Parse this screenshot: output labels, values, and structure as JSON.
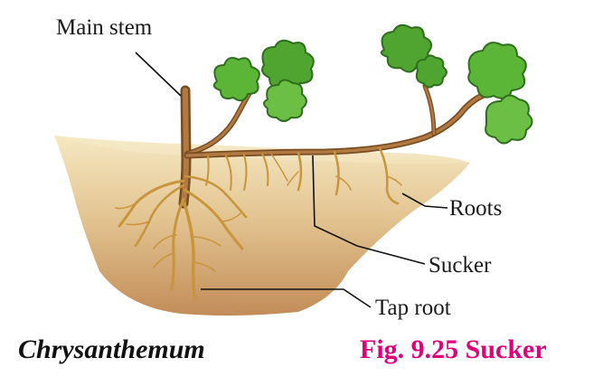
{
  "labels": {
    "main_stem": "Main stem",
    "roots": "Roots",
    "sucker": "Sucker",
    "tap_root": "Tap root"
  },
  "plant_name": "Chrysanthemum",
  "figure_caption": "Fig. 9.25 Sucker",
  "colors": {
    "caption": "#e0007a",
    "soil_top": "#f3e3b6",
    "soil_bottom": "#c79562",
    "stem": "#a8713a",
    "root": "#c8953d",
    "leaf": "#4fa52f",
    "leaf_dark": "#2f6e1e"
  }
}
